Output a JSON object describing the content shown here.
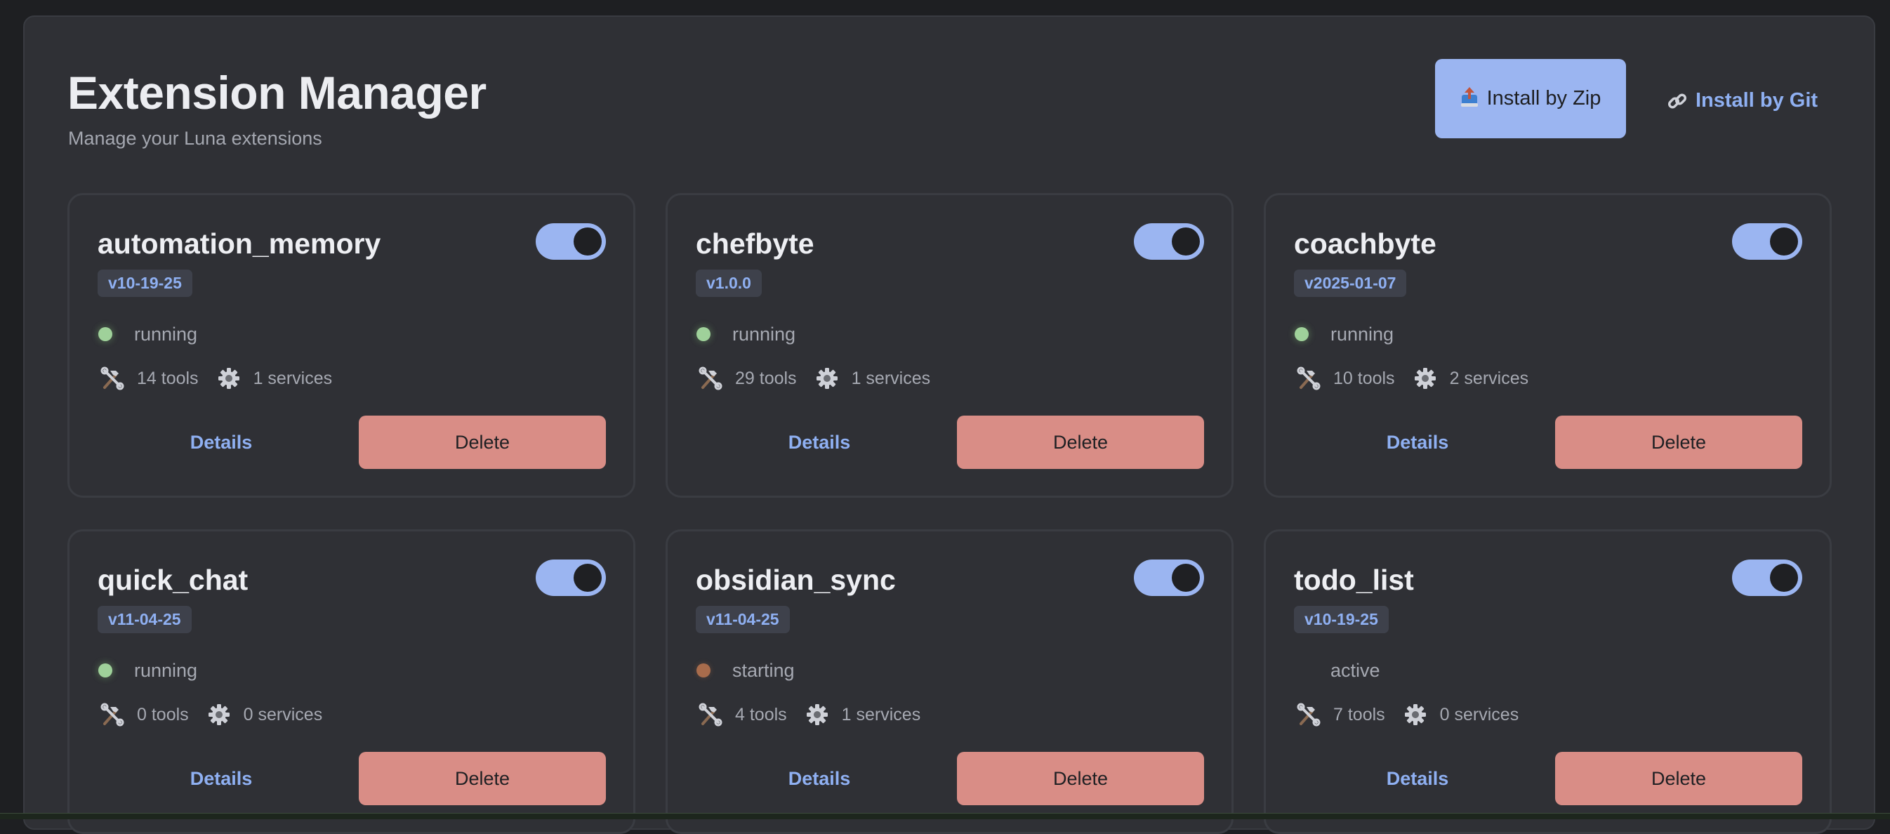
{
  "header": {
    "title": "Extension Manager",
    "subtitle": "Manage your Luna extensions",
    "install_zip_label": "Install by Zip",
    "install_zip_icon": "outbox-tray-icon",
    "install_git_label": "Install by Git",
    "install_git_icon": "link-icon"
  },
  "colors": {
    "accent": "#9bb5f1",
    "link": "#8fb0f2",
    "danger": "#d98d86",
    "running": "#9fd19a",
    "starting": "#a86c4c",
    "panel_bg": "#2f3035",
    "page_bg": "#1e1f22"
  },
  "extensions": [
    {
      "name": "automation_memory",
      "version": "v10-19-25",
      "enabled": true,
      "status": "running",
      "tools": "14 tools",
      "services": "1 services",
      "details_label": "Details",
      "delete_label": "Delete"
    },
    {
      "name": "chefbyte",
      "version": "v1.0.0",
      "enabled": true,
      "status": "running",
      "tools": "29 tools",
      "services": "1 services",
      "details_label": "Details",
      "delete_label": "Delete"
    },
    {
      "name": "coachbyte",
      "version": "v2025-01-07",
      "enabled": true,
      "status": "running",
      "tools": "10 tools",
      "services": "2 services",
      "details_label": "Details",
      "delete_label": "Delete"
    },
    {
      "name": "quick_chat",
      "version": "v11-04-25",
      "enabled": true,
      "status": "running",
      "tools": "0 tools",
      "services": "0 services",
      "details_label": "Details",
      "delete_label": "Delete"
    },
    {
      "name": "obsidian_sync",
      "version": "v11-04-25",
      "enabled": true,
      "status": "starting",
      "tools": "4 tools",
      "services": "1 services",
      "details_label": "Details",
      "delete_label": "Delete"
    },
    {
      "name": "todo_list",
      "version": "v10-19-25",
      "enabled": true,
      "status": "active",
      "tools": "7 tools",
      "services": "0 services",
      "details_label": "Details",
      "delete_label": "Delete"
    }
  ]
}
